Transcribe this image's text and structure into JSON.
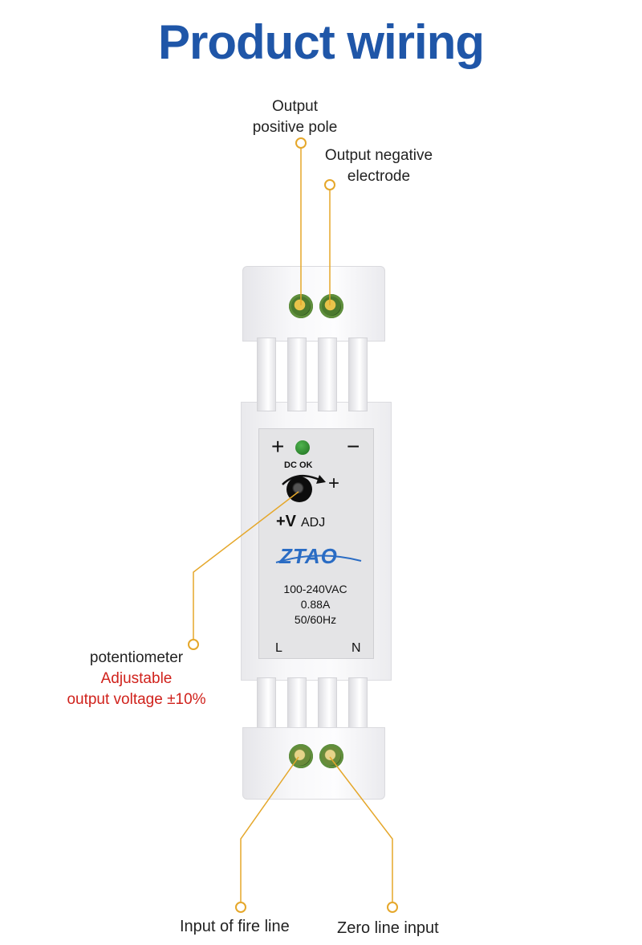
{
  "title": "Product wiring",
  "colors": {
    "title": "#1f56a8",
    "accent_lines": "#e5a72a",
    "red_text": "#d0221c"
  },
  "labels": {
    "output_positive": [
      "Output",
      "positive pole"
    ],
    "output_negative": [
      "Output  negative",
      "electrode"
    ],
    "potentiometer": "potentiometer",
    "adjustable": "Adjustable",
    "output_voltage": "output voltage ±10%",
    "fire_line": "Input of fire line",
    "zero_line": "Zero line input"
  },
  "panel": {
    "plus": "+",
    "minus": "−",
    "dc_ok": "DC OK",
    "pot_plus": "+",
    "v_adj_bold": "+V",
    "v_adj": "ADJ",
    "brand": "ZTAO",
    "spec_lines": [
      "100-240VAC",
      "0.88A",
      "50/60Hz"
    ],
    "l": "L",
    "n": "N"
  }
}
